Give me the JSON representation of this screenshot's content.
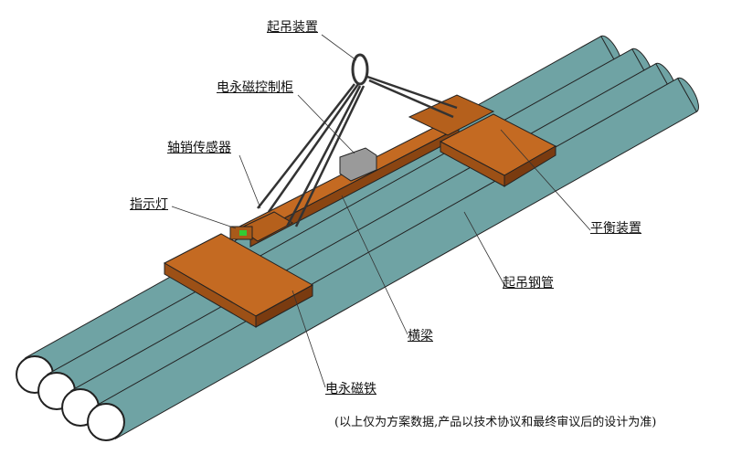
{
  "labels": {
    "lifting_device": "起吊装置",
    "control_cabinet": "电永磁控制柜",
    "pin_sensor": "轴销传感器",
    "indicator_light": "指示灯",
    "balance_device": "平衡装置",
    "lifted_pipe": "起吊钢管",
    "crossbeam": "横梁",
    "electro_permanent_magnet": "电永磁铁"
  },
  "footnote": "(以上仅为方案数据,产品以技术协议和最终审议后的设计为准)",
  "colors": {
    "pipe": "#6fa3a4",
    "steel": "#b5601c",
    "outline": "#222222"
  }
}
